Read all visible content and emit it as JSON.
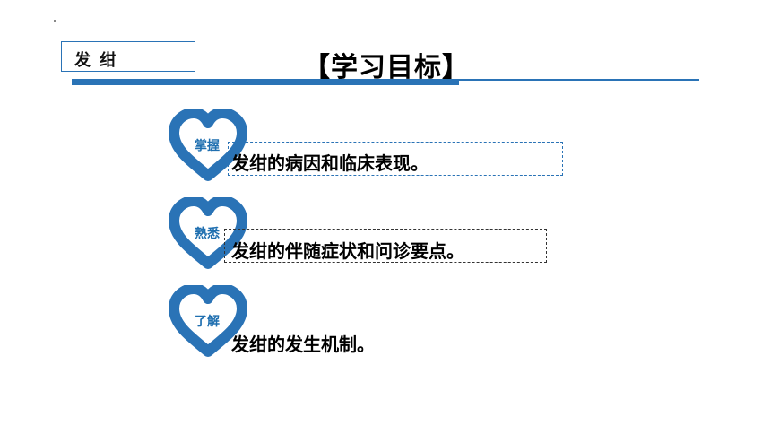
{
  "header": {
    "tag": "发 绀",
    "title": "【学习目标】"
  },
  "objectives": [
    {
      "level": "掌握",
      "text": "发绀的病因和临床表现。"
    },
    {
      "level": "熟悉",
      "text": "发绀的伴随症状和问诊要点。"
    },
    {
      "level": "了解",
      "text": "发绀的发生机制。"
    }
  ],
  "colors": {
    "accent": "#2a73b6",
    "badge": "#1f6fb0"
  }
}
